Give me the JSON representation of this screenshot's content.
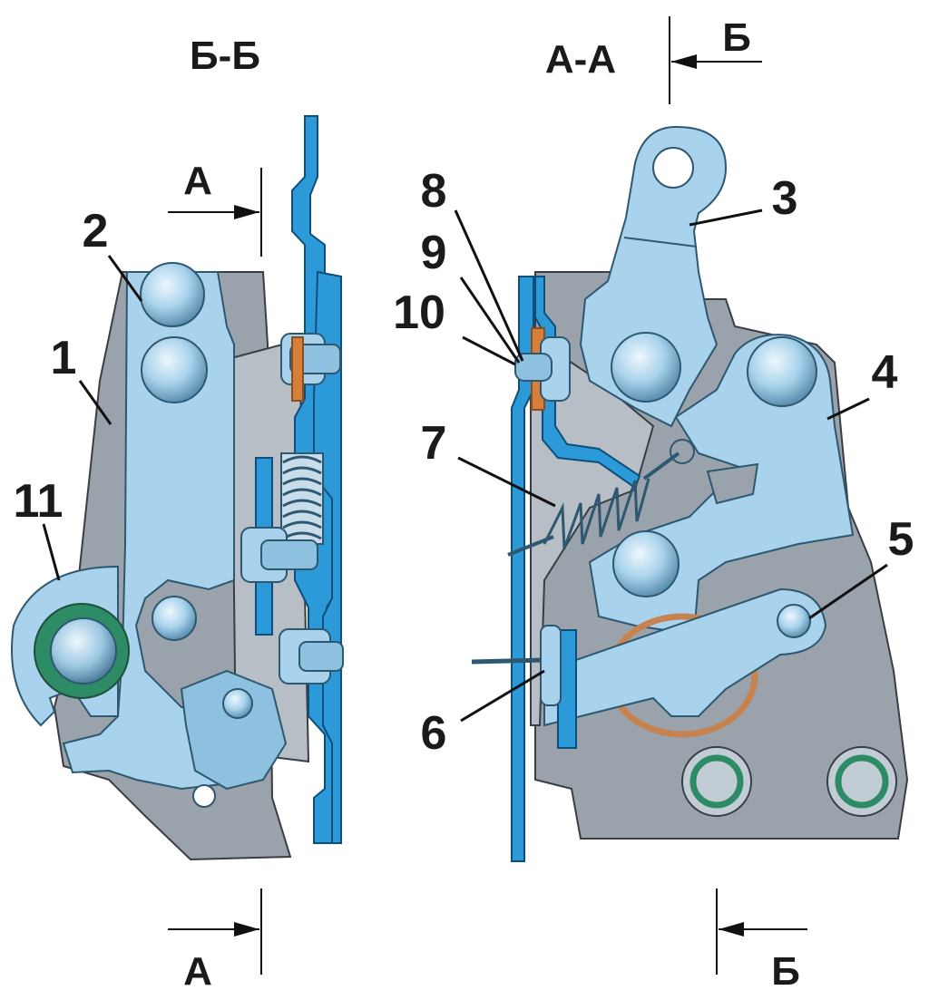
{
  "section_labels": {
    "left_view": "Б-Б",
    "right_view": "А-А",
    "cut_a_top": "А",
    "cut_a_bottom": "А",
    "cut_b_top": "Б",
    "cut_b_bottom": "Б"
  },
  "callouts": {
    "n1": "1",
    "n2": "2",
    "n3": "3",
    "n4": "4",
    "n5": "5",
    "n6": "6",
    "n7": "7",
    "n8": "8",
    "n9": "9",
    "n10": "10",
    "n11": "11"
  },
  "colors": {
    "plate": "#9aa2ab",
    "part": "#a9d3ec",
    "panel": "#2c9ad8",
    "bushing": "#2d8c66",
    "copper_ring": "#c7834f"
  }
}
